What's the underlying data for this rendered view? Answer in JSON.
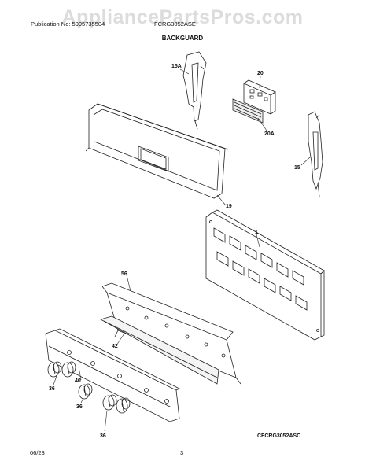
{
  "header": {
    "publication": "Publication No: 5995735504",
    "model": "FCRG3052ASE",
    "section_title": "BACKGUARD"
  },
  "watermark": "AppliancePartsPros.com",
  "callouts": {
    "c15A": "15A",
    "c20": "20",
    "c20A": "20A",
    "c15": "15",
    "c19": "19",
    "c1": "1",
    "c56": "56",
    "c42": "42",
    "c40": "40",
    "c36a": "36",
    "c36b": "36",
    "c36c": "36"
  },
  "drawing_code": "CFCRG3052ASC",
  "footer": {
    "date": "06/23",
    "page": "3"
  }
}
